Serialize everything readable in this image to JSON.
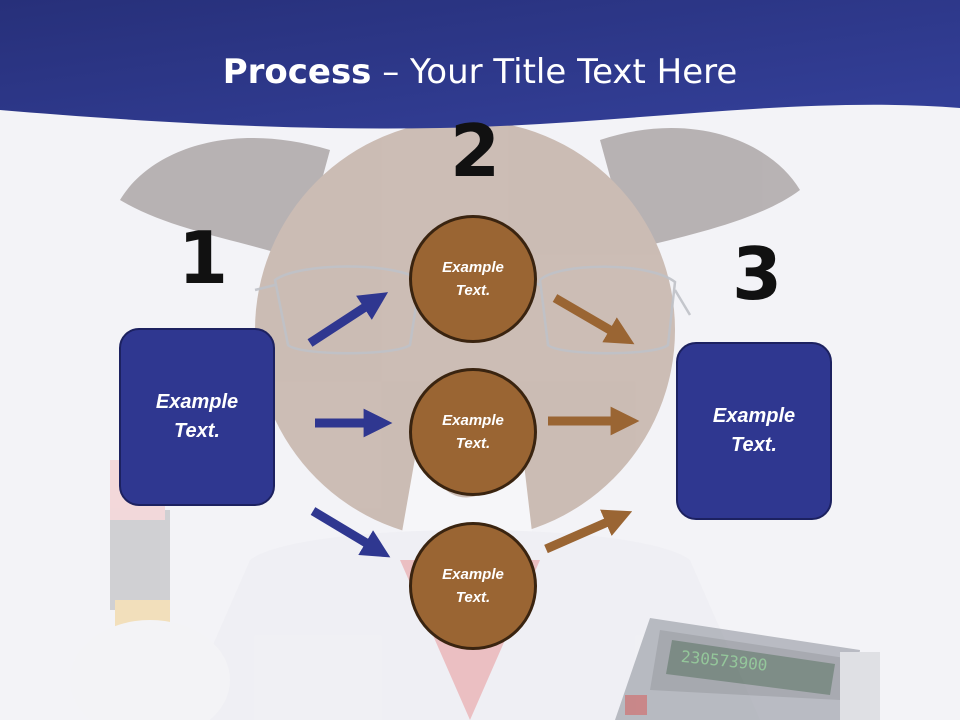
{
  "title": {
    "bold": "Process",
    "rest": " – Your Title Text Here"
  },
  "numbers": {
    "one": "1",
    "two": "2",
    "three": "3"
  },
  "left_box": {
    "text": "Example Text."
  },
  "right_box": {
    "text": "Example Text."
  },
  "circles": [
    {
      "text": "Example Text."
    },
    {
      "text": "Example Text."
    },
    {
      "text": "Example Text."
    }
  ],
  "calculator": {
    "display": "230573900"
  },
  "colors": {
    "header": "#2b3180",
    "box_fill": "#2f3790",
    "circle_fill": "#9a6533",
    "left_arrows": "#2f3790",
    "right_arrows": "#9a6533"
  }
}
